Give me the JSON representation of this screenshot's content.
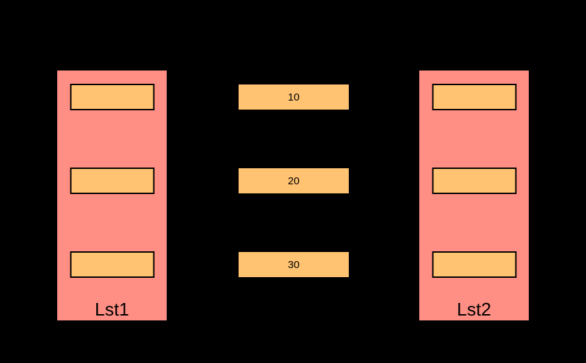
{
  "diagram": {
    "kind": "list-reference-diagram",
    "colors": {
      "background": "#000000",
      "container_fill": "#ff8f84",
      "cell_fill": "#ffc372",
      "text": "#000000",
      "cell_border": "#000000"
    },
    "lists": [
      {
        "label": "Lst1",
        "cell_count": 3
      },
      {
        "label": "Lst2",
        "cell_count": 3
      }
    ],
    "values": [
      "10",
      "20",
      "30"
    ]
  }
}
